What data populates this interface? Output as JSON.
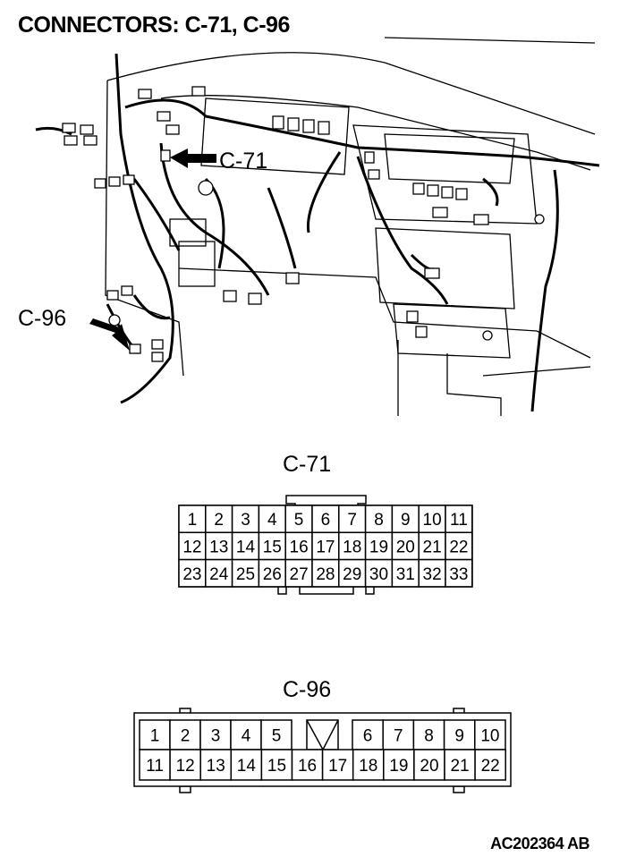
{
  "title": "CONNECTORS: C-71, C-96",
  "callouts": {
    "c71": "C-71",
    "c96": "C-96"
  },
  "connectors": [
    {
      "id": "C-71",
      "label": "C-71",
      "rows": [
        [
          "1",
          "2",
          "3",
          "4",
          "5",
          "6",
          "7",
          "8",
          "9",
          "10",
          "11"
        ],
        [
          "12",
          "13",
          "14",
          "15",
          "16",
          "17",
          "18",
          "19",
          "20",
          "21",
          "22"
        ],
        [
          "23",
          "24",
          "25",
          "26",
          "27",
          "28",
          "29",
          "30",
          "31",
          "32",
          "33"
        ]
      ]
    },
    {
      "id": "C-96",
      "label": "C-96",
      "rows": [
        [
          "1",
          "2",
          "3",
          "4",
          "5",
          "6",
          "7",
          "8",
          "9",
          "10"
        ],
        [
          "11",
          "12",
          "13",
          "14",
          "15",
          "16",
          "17",
          "18",
          "19",
          "20",
          "21",
          "22"
        ]
      ]
    }
  ],
  "footer": "AC202364 AB"
}
